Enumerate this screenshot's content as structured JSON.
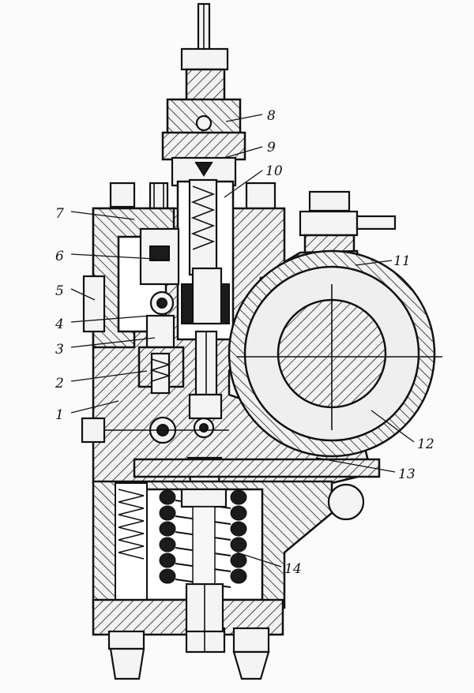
{
  "labels": [
    "1",
    "2",
    "3",
    "4",
    "5",
    "6",
    "7",
    "8",
    "9",
    "10",
    "11",
    "12",
    "13",
    "14"
  ],
  "colors": {
    "ink": "#111111",
    "paper": "#fbfbfb"
  }
}
